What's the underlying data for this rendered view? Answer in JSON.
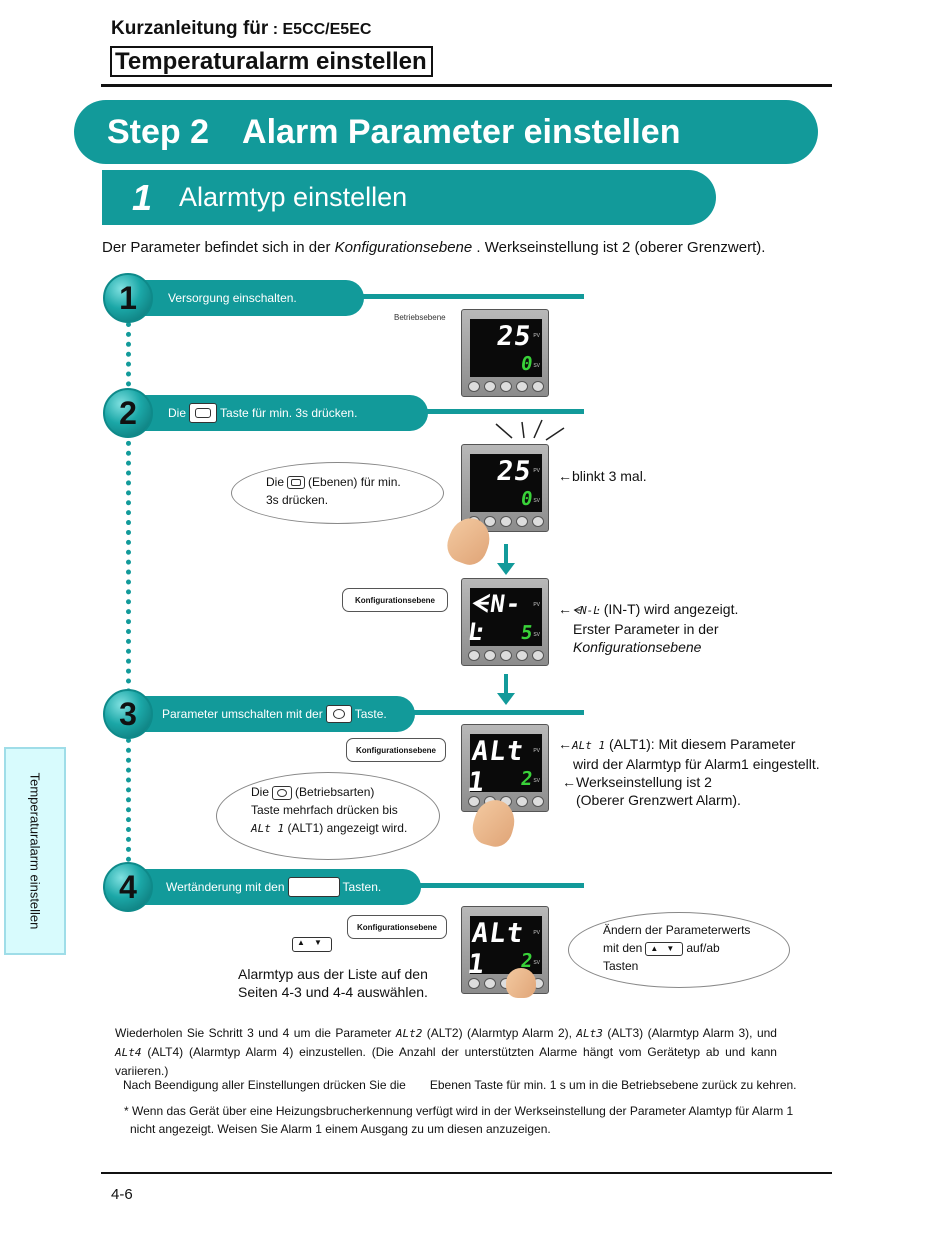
{
  "header": {
    "title_prefix": "Kurzanleitung für",
    "title_model": " : E5CC/E5EC",
    "subtitle": "Temperaturalarm einstellen"
  },
  "banner": {
    "step_label": "Step 2",
    "step_title": "Alarm Parameter einstellen"
  },
  "section": {
    "number": "1",
    "title": "Alarmtyp einstellen"
  },
  "intro": {
    "before": "Der Parameter befindet sich in der ",
    "level": "Konfigurationsebene",
    "after": " . Werkseinstellung ist 2 (oberer Grenzwert)."
  },
  "steps": [
    {
      "number": "1",
      "text": "Versorgung einschalten."
    },
    {
      "number": "2",
      "text_before": "Die",
      "text_after": "Taste für min. 3s drücken."
    },
    {
      "number": "3",
      "text_before": "Parameter umschalten mit der",
      "text_after": "Taste."
    },
    {
      "number": "4",
      "text_before": "Wertänderung mit den",
      "text_after": "Tasten."
    }
  ],
  "devices": [
    {
      "pv": "25",
      "sv": "0"
    },
    {
      "pv": "25",
      "sv": "0"
    },
    {
      "pv": "ᗕN-Ŀ",
      "sv": "5"
    },
    {
      "pv": "ALt 1",
      "sv": "2"
    },
    {
      "pv": "ALt 1",
      "sv": "2"
    }
  ],
  "device_labels": {
    "pv": "PV",
    "sv": "SV"
  },
  "level_label_1": "Betriebsebene",
  "level_label_config": "Konfigurationsebene",
  "bubbles": {
    "b1_before": "Die",
    "b1_after": "(Ebenen) für min.",
    "b1_line2": "3s drücken.",
    "b2_line1_before": "Die",
    "b2_line1_after": "(Betriebsarten)",
    "b2_line2": "Taste mehrfach drücken bis",
    "b2_line3_seg": "ALt 1",
    "b2_line3_after": "(ALT1) angezeigt wird.",
    "b3_line1": "Ändern der Parameterwerts",
    "b3_line2_before": "mit den",
    "b3_line2_after": "auf/ab",
    "b3_line3": "Tasten"
  },
  "notes": {
    "blinkt": "←blinkt 3 mal.",
    "int_seg": "ᗕN-Ŀ",
    "int_after": "(IN-T) wird angezeigt.",
    "int_line2": "Erster Parameter in der",
    "int_line3": "Konfigurationsebene",
    "alt_seg": "ALt 1",
    "alt_after": "(ALT1): Mit diesem Parameter",
    "alt_line2": "wird der Alarmtyp für Alarm1 eingestellt.",
    "werk_line1": "←Werkseinstellung ist 2",
    "werk_line2": "(Oberer Grenzwert Alarm).",
    "liste_line1": "Alarmtyp aus der Liste auf den",
    "liste_line2": "Seiten 4-3 und 4-4 auswählen."
  },
  "footer": {
    "p1_a": "Wiederholen Sie Schritt 3 und 4 um die Parameter",
    "p1_seg1": "ALt2",
    "p1_b": "(ALT2) (Alarmtyp Alarm 2),",
    "p1_seg2": "ALt3",
    "p1_c": "(ALT3) (Alarmtyp Alarm 3), und",
    "p1_seg3": "ALt4",
    "p1_d": "(ALT4) (Alarmtyp Alarm 4) einzustellen. (Die Anzahl der unterstützten Alarme hängt vom Gerätetyp ab und kann variieren.)",
    "p2_a": "Nach Beendigung aller Einstellungen drücken Sie die",
    "p2_b": "Ebenen Taste für min. 1 s um in die Betriebsebene zurück zu kehren.",
    "p3_line1": "* Wenn das Gerät über eine Heizungsbrucherkennung verfügt wird in der Werkseinstellung der Parameter Alamtyp für Alarm 1",
    "p3_line2": "nicht angezeigt. Weisen Sie Alarm 1 einem Ausgang zu um diesen anzuzeigen."
  },
  "side_tab": "Temperaturalarm einstellen",
  "page_number": "4-6"
}
